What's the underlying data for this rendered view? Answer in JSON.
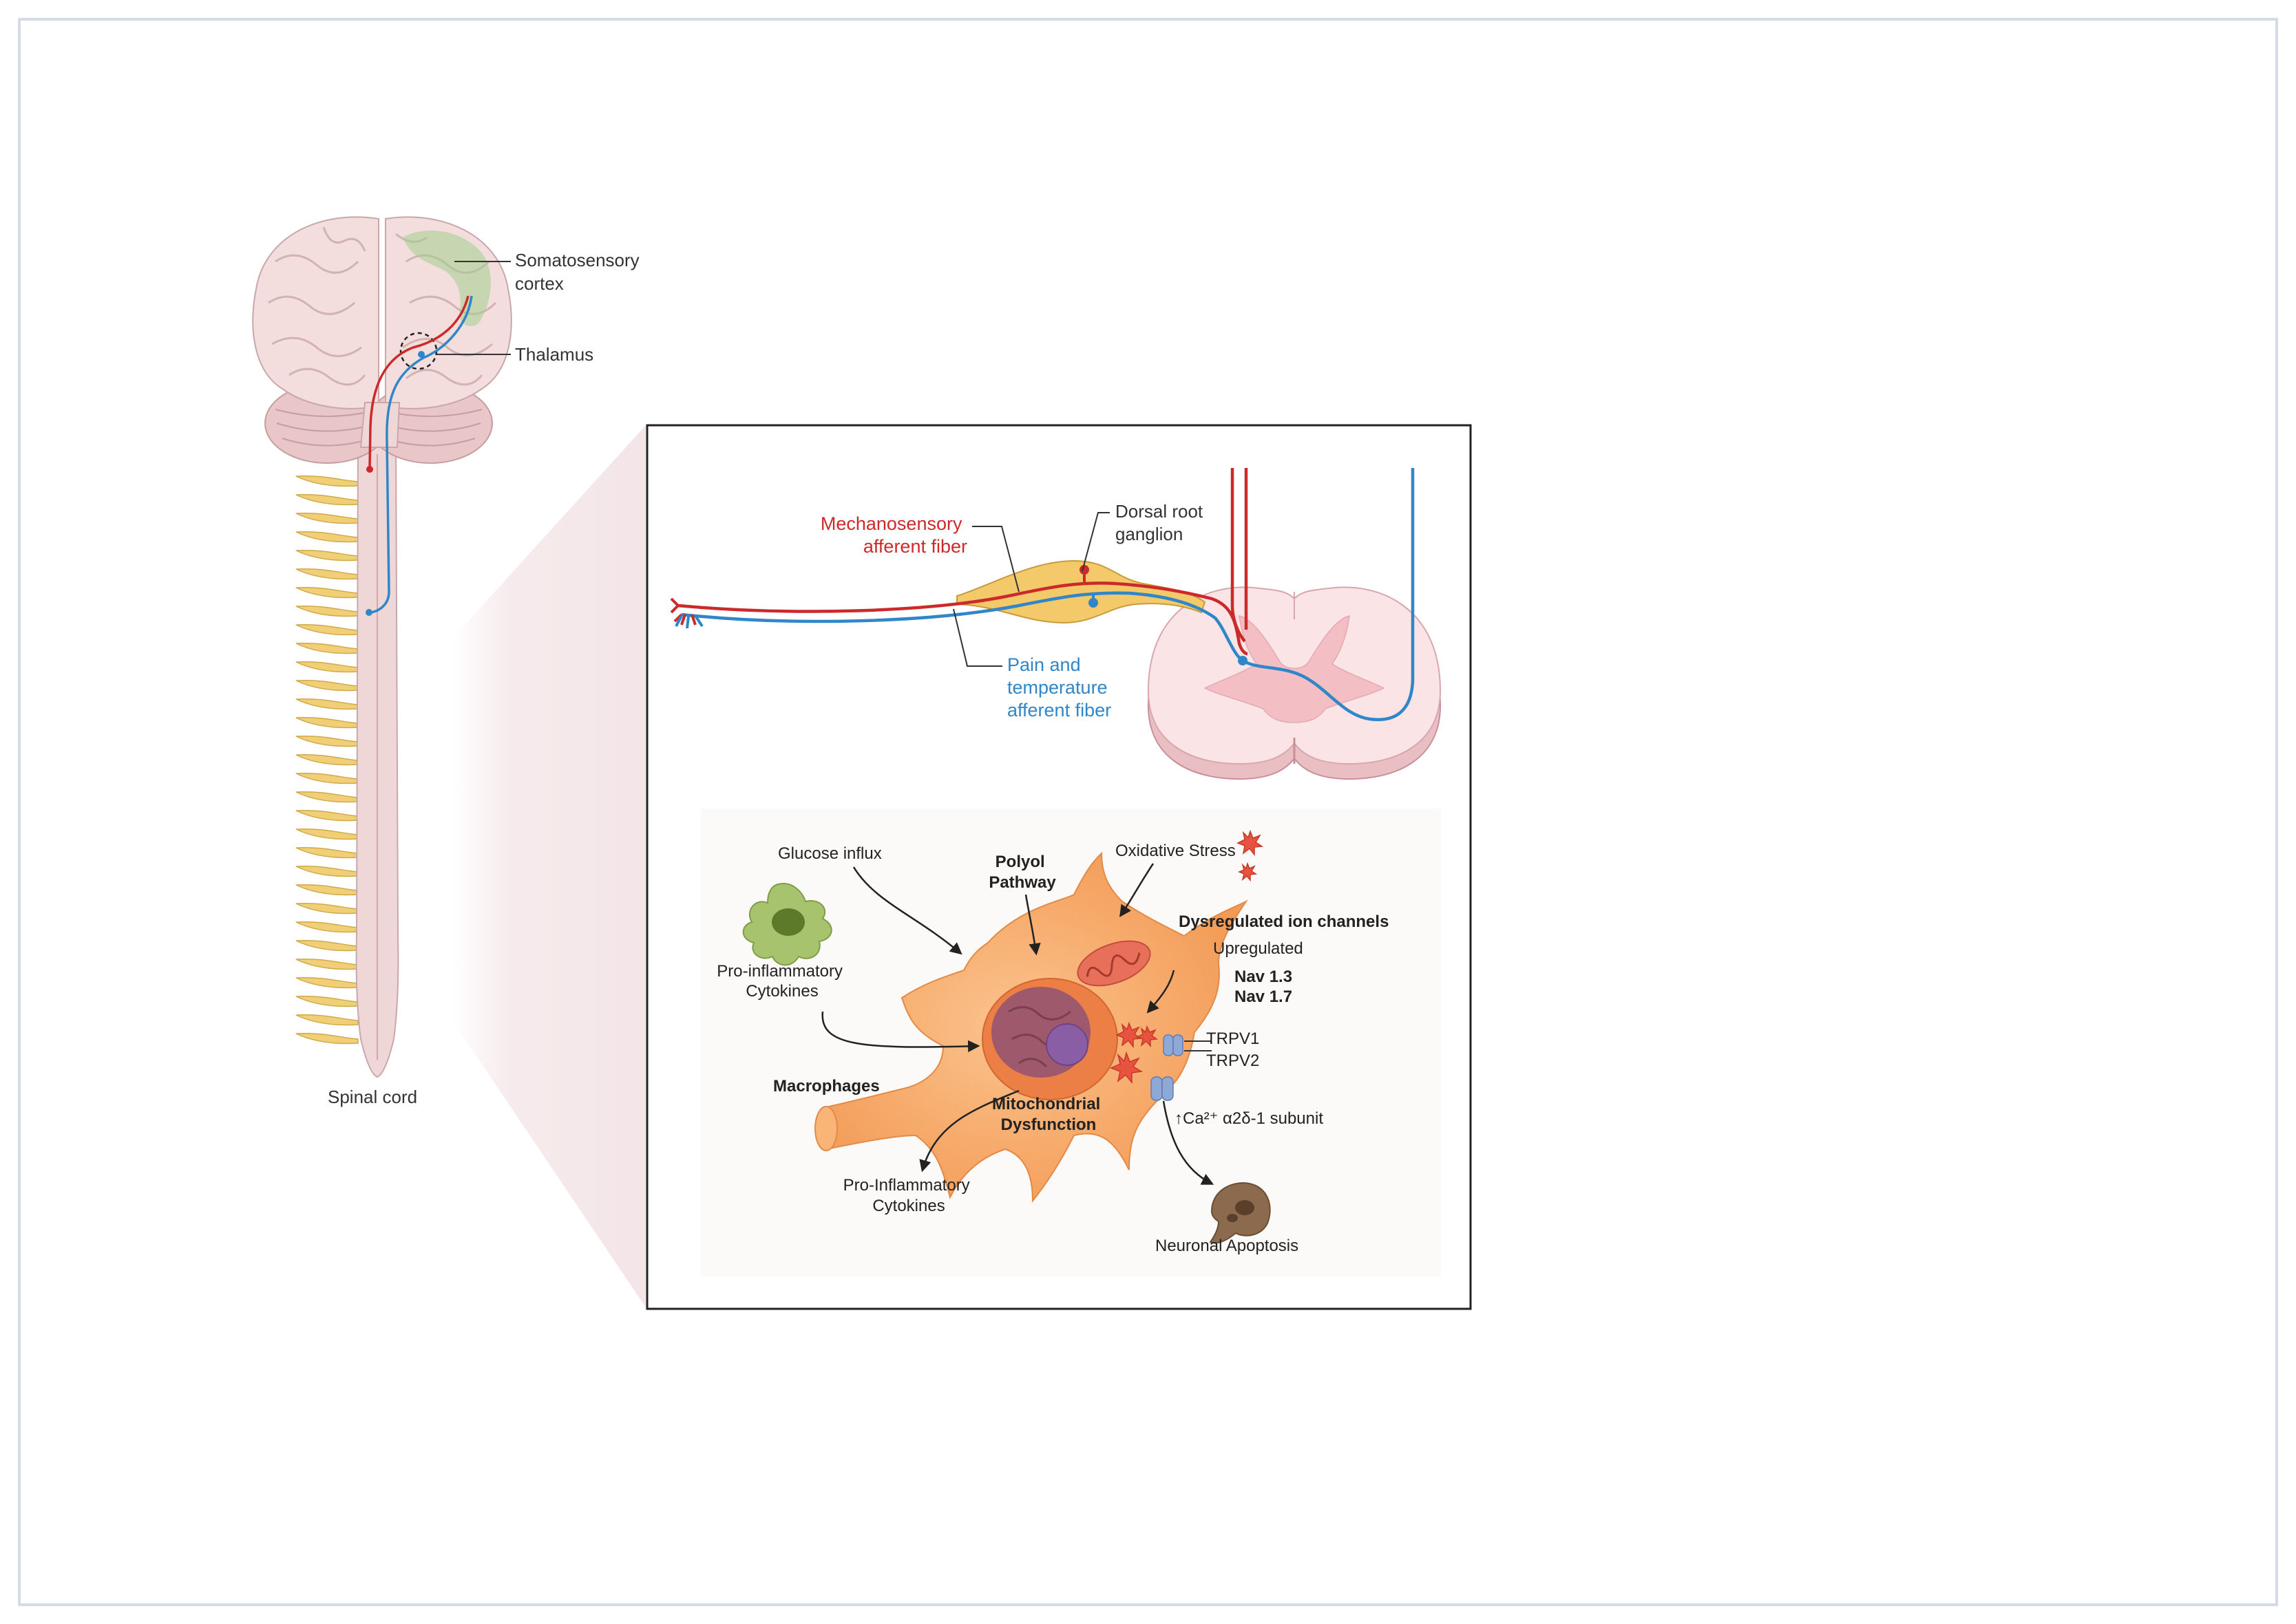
{
  "colors": {
    "mechanosensory": "#cc2a2a",
    "pain_temperature": "#2f86c8",
    "cell_body": "#f6a766",
    "frame_border": "#d3dce6"
  },
  "overview": {
    "somatosensory_cortex": [
      "Somatosensory",
      "cortex"
    ],
    "thalamus": "Thalamus",
    "spinal_cord": "Spinal cord"
  },
  "inset": {
    "mechanosensory_fiber": [
      "Mechanosensory",
      "afferent fiber"
    ],
    "dorsal_root_ganglion": [
      "Dorsal root",
      "ganglion"
    ],
    "pain_temperature_fiber": [
      "Pain and",
      "temperature",
      "afferent fiber"
    ]
  },
  "neuron_panel": {
    "glucose_influx": "Glucose influx",
    "polyol_pathway": [
      "Polyol",
      "Pathway"
    ],
    "oxidative_stress": "Oxidative Stress",
    "dysregulated_ion_channels": "Dysregulated ion channels",
    "upregulated": "Upregulated",
    "nav13": "Nav 1.3",
    "nav17": "Nav 1.7",
    "trpv1": "TRPV1",
    "trpv2": "TRPV2",
    "ca_channel": "↑Ca²⁺ α2δ-1 subunit",
    "pro_inflammatory_top": [
      "Pro-inflammatory",
      "Cytokines"
    ],
    "macrophages": "Macrophages",
    "mitochondrial_dysfunction": [
      "Mitochondrial",
      "Dysfunction"
    ],
    "pro_inflammatory_bottom": [
      "Pro-Inflammatory",
      "Cytokines"
    ],
    "neuronal_apoptosis": "Neuronal Apoptosis"
  }
}
